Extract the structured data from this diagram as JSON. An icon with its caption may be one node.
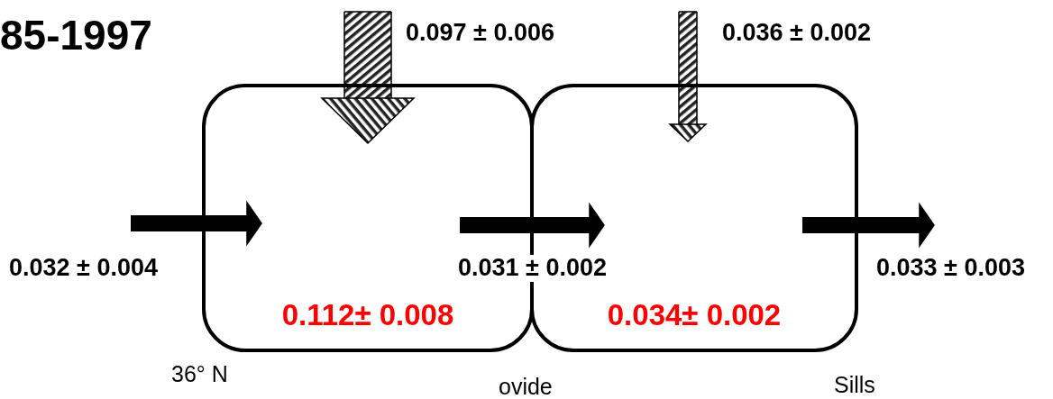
{
  "diagram": {
    "title": "85-1997",
    "nodes": [
      {
        "text": [
          "0.112± 0.008"
        ]
      },
      {
        "text": [
          "0.034± 0.002"
        ]
      }
    ],
    "edges": [
      {
        "from": null,
        "to": 0,
        "arrow": "to",
        "label": "0.032 ± 0.004"
      },
      {
        "from": 0,
        "to": 1,
        "arrow": "to",
        "label": "0.031 ± 0.002"
      },
      {
        "from": 1,
        "to": null,
        "arrow": "to",
        "label": "0.033 ± 0.003"
      },
      {
        "from": null,
        "to": 0,
        "arrow": "to",
        "label": "0.097 ± 0.006"
      },
      {
        "from": null,
        "to": 1,
        "arrow": "to",
        "label": "0.036 ± 0.002"
      }
    ],
    "labels": [
      "36° N",
      "ovide",
      "Sills"
    ]
  }
}
